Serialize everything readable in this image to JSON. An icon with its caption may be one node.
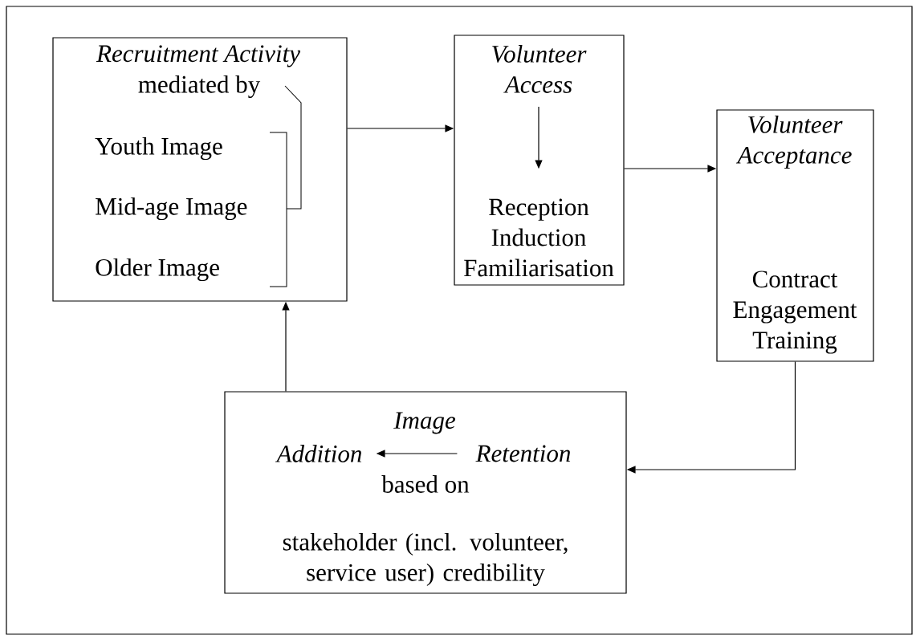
{
  "diagram": {
    "nodes": [
      {
        "text": [
          "Recruitment Activity",
          "mediated by",
          "Youth Image",
          "Mid-age Image",
          "Older Image"
        ]
      },
      {
        "text": [],
        "shape": "box"
      },
      {
        "text": [
          "Volunteer Access"
        ],
        "in": 1
      },
      {
        "text": [
          "Reception Induction Familiarisation"
        ],
        "in": 1
      },
      {
        "text": [
          "Volunteer Acceptance",
          "Contract Engagement Training"
        ]
      },
      {
        "text": [
          "Image",
          "based on",
          "stakeholder (incl. volunteer, service user) credibility"
        ]
      },
      {
        "text": [
          "Addition"
        ],
        "in": 5
      },
      {
        "text": [
          "Retention"
        ],
        "in": 5
      }
    ],
    "edges": [
      {
        "from": 0,
        "to": 1,
        "arrow": "to"
      },
      {
        "from": 2,
        "to": 3,
        "arrow": "to"
      },
      {
        "from": 1,
        "to": 4,
        "arrow": "to"
      },
      {
        "from": 4,
        "to": 5,
        "arrow": "to"
      },
      {
        "from": 7,
        "to": 6,
        "arrow": "to"
      },
      {
        "from": 5,
        "to": 0,
        "arrow": "to"
      }
    ]
  }
}
